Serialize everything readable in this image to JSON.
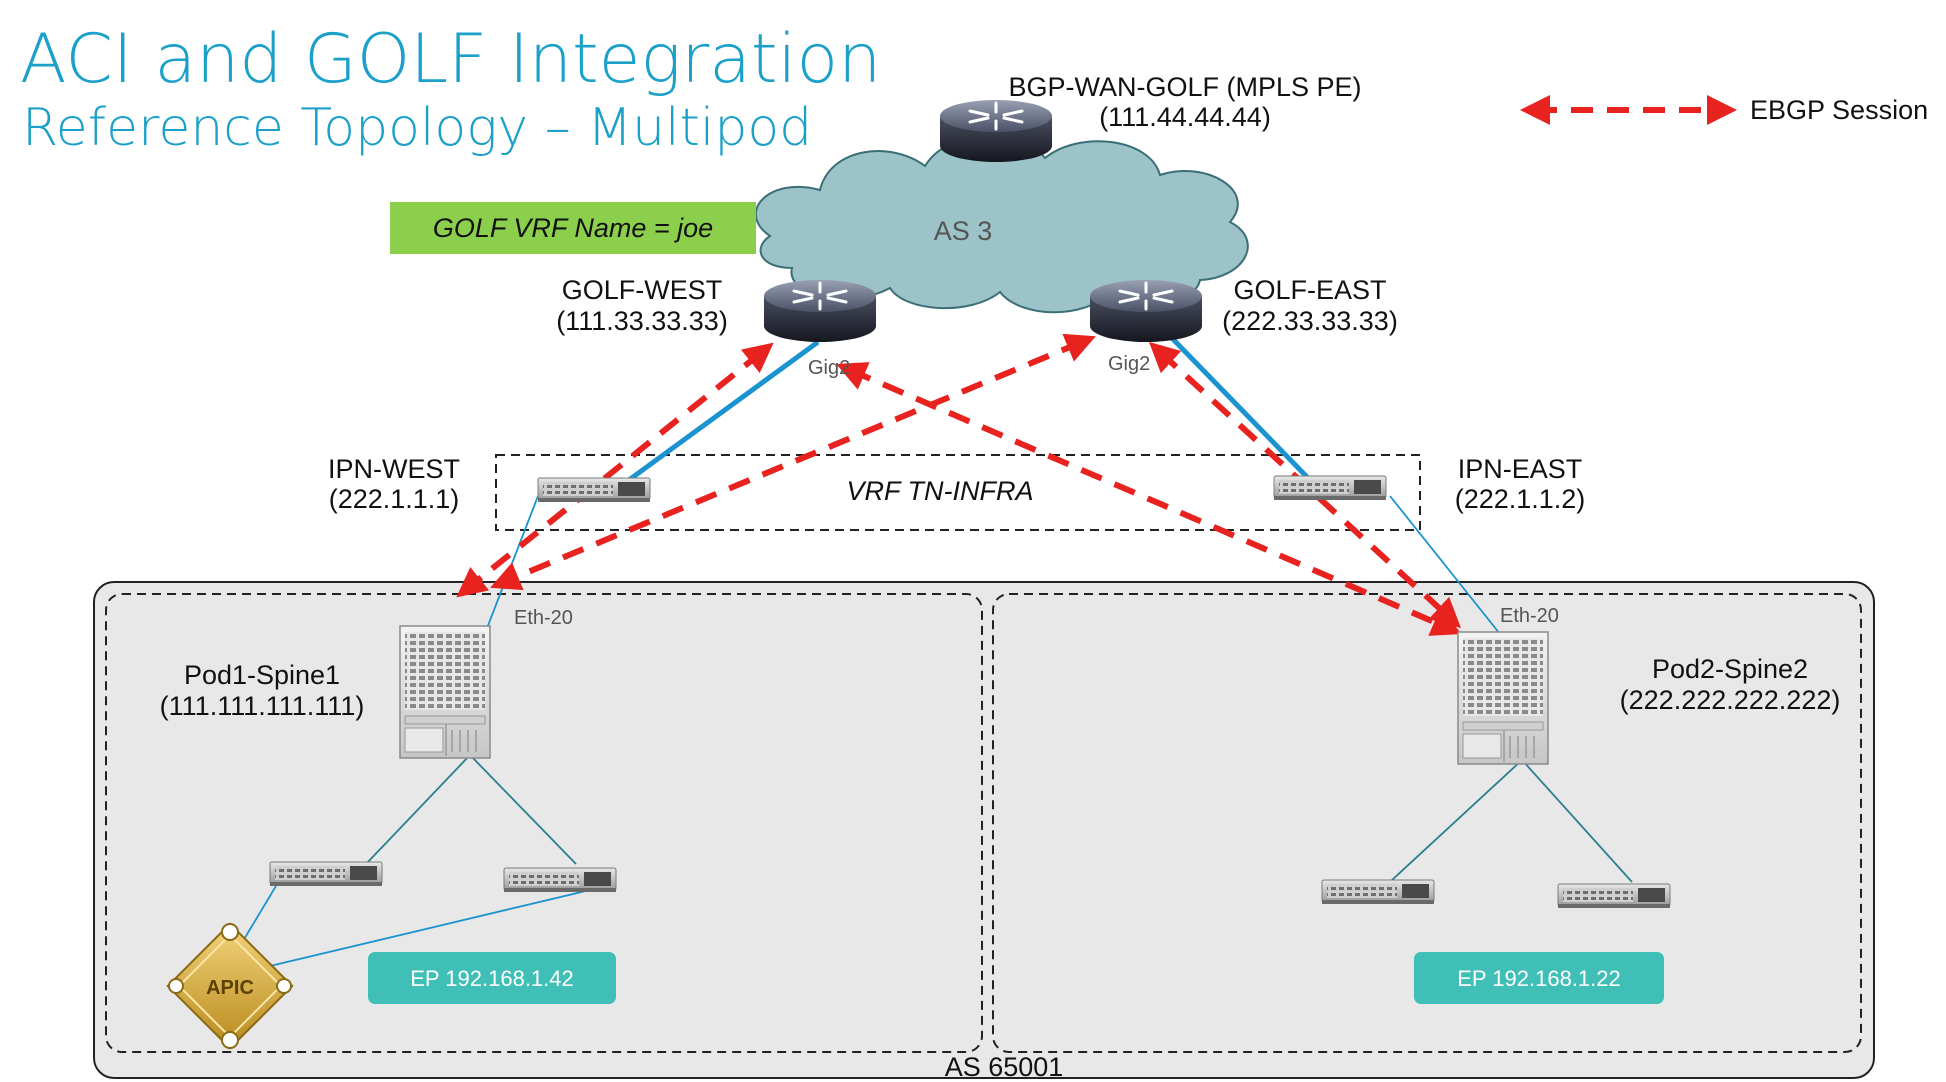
{
  "title": "ACI and GOLF Integration",
  "subtitle": "Reference Topology – Multipod",
  "legend": {
    "label": "EBGP Session"
  },
  "colors": {
    "accent": "#1ba0c9",
    "vrf_badge": "#8ccf4d",
    "ep_badge": "#3fbfb6",
    "ebgp": "#e8221f",
    "link": "#1a93d0",
    "cloud": "#9cc4c8"
  },
  "cloud": {
    "label": "AS 3"
  },
  "golf_vrf": {
    "label": "GOLF VRF Name = joe"
  },
  "routers": {
    "wan": {
      "name": "BGP-WAN-GOLF (MPLS PE)",
      "ip": "(111.44.44.44)",
      "icon": "router-icon"
    },
    "west": {
      "name": "GOLF-WEST",
      "ip": "(111.33.33.33)",
      "port": "Gig2",
      "icon": "router-icon"
    },
    "east": {
      "name": "GOLF-EAST",
      "ip": "(222.33.33.33)",
      "port": "Gig2",
      "icon": "router-icon"
    }
  },
  "ipn": {
    "vrf_label": "VRF TN-INFRA",
    "west": {
      "name": "IPN-WEST",
      "ip": "(222.1.1.1)",
      "icon": "switch-icon"
    },
    "east": {
      "name": "IPN-EAST",
      "ip": "(222.1.1.2)",
      "icon": "switch-icon"
    }
  },
  "fabric": {
    "as_label": "AS 65001"
  },
  "spines": {
    "pod1": {
      "name": "Pod1-Spine1",
      "ip": "(111.111.111.111)",
      "port": "Eth-20",
      "icon": "spine-switch-icon"
    },
    "pod2": {
      "name": "Pod2-Spine2",
      "ip": "(222.222.222.222)",
      "port": "Eth-20",
      "icon": "spine-switch-icon"
    }
  },
  "apic": {
    "label": "APIC",
    "icon": "apic-icon"
  },
  "endpoints": {
    "pod1": {
      "label": "EP 192.168.1.42"
    },
    "pod2": {
      "label": "EP 192.168.1.22"
    }
  }
}
